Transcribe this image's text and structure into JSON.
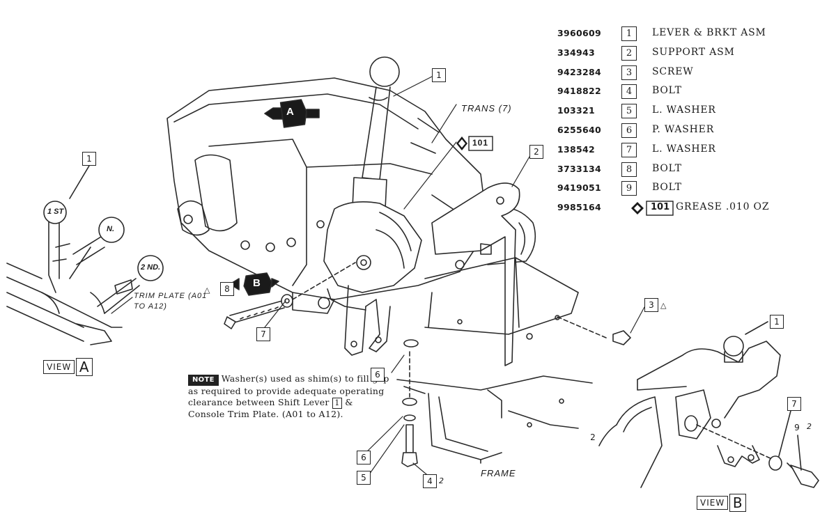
{
  "parts_list": [
    {
      "part_no": "3960609",
      "index": "1",
      "desc": "LEVER & BRKT ASM"
    },
    {
      "part_no": "334943",
      "index": "2",
      "desc": "SUPPORT ASM"
    },
    {
      "part_no": "9423284",
      "index": "3",
      "desc": "SCREW"
    },
    {
      "part_no": "9418822",
      "index": "4",
      "desc": "BOLT"
    },
    {
      "part_no": "103321",
      "index": "5",
      "desc": "L. WASHER"
    },
    {
      "part_no": "6255640",
      "index": "6",
      "desc": "P. WASHER"
    },
    {
      "part_no": "138542",
      "index": "7",
      "desc": "L. WASHER"
    },
    {
      "part_no": "3733134",
      "index": "8",
      "desc": "BOLT"
    },
    {
      "part_no": "9419051",
      "index": "9",
      "desc": "BOLT"
    },
    {
      "part_no": "9985164",
      "index": "101",
      "desc": "GREASE .010 OZ",
      "grease": true
    }
  ],
  "note": {
    "tag": "NOTE",
    "text1": "Washer(s) used as shim(s) to fill gap as required to provide adequate operating clearance between Shift Lever",
    "ref": "1",
    "text2": "& Console Trim Plate. (A01 to A12)."
  },
  "labels": {
    "trans": "TRANS (7)",
    "frame": "FRAME",
    "trim_plate": "TRIM PLATE (A01 TO A12)",
    "view_word": "VIEW",
    "view_a": "A",
    "view_b": "B",
    "arrow_a": "A",
    "arrow_b": "B",
    "grease_tag": "101",
    "ball_1st": "1 ST",
    "ball_n": "N.",
    "ball_2nd": "2 ND.",
    "tri_2": "2"
  },
  "callouts": {
    "c1_main": "1",
    "c2_main": "2",
    "c101_main": "101",
    "c3_main": "3",
    "c8_main": "8",
    "c7_main": "7",
    "c6_main": "6",
    "c4_main": "4",
    "c5_main": "5",
    "c6_low": "6",
    "c1_viewa": "1",
    "c1_viewb": "1",
    "c2_viewb": "2",
    "c7_viewb": "7",
    "c9_viewb": "9"
  }
}
